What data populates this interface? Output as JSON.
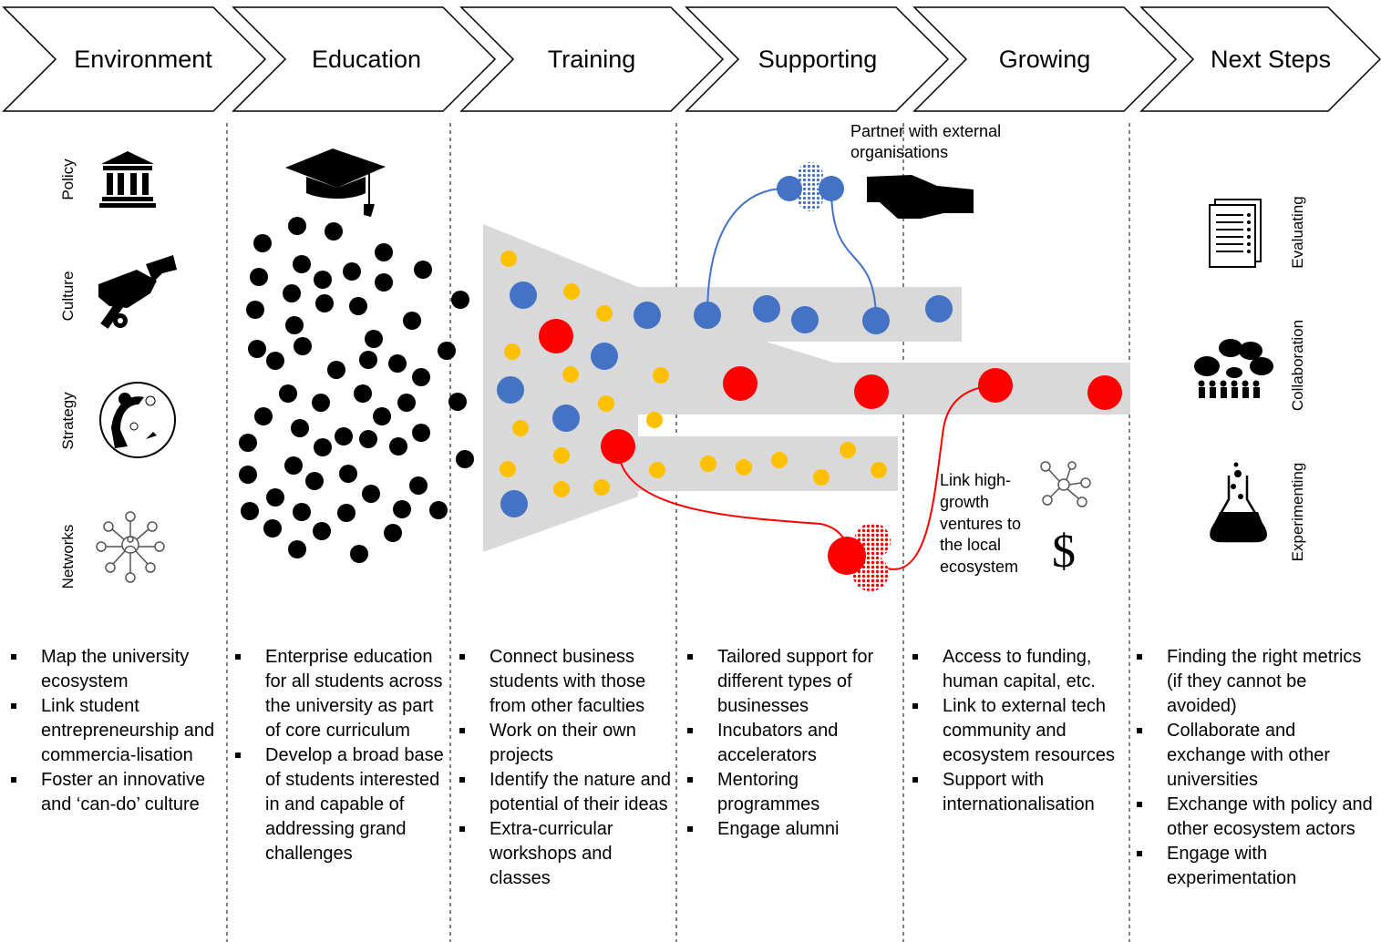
{
  "stages": [
    "Environment",
    "Education",
    "Training",
    "Supporting",
    "Growing",
    "Next Steps"
  ],
  "environment_icons": [
    "Policy",
    "Culture",
    "Strategy",
    "Networks"
  ],
  "next_steps_icons": [
    "Evaluating",
    "Collaboration",
    "Experimenting"
  ],
  "annotations": {
    "partner": [
      "Partner with external",
      "organisations"
    ],
    "link": [
      "Link high-",
      "growth",
      "ventures to",
      "the local",
      "ecosystem"
    ]
  },
  "icon_names": [
    "institution-icon",
    "handshake-wrench-icon",
    "strategy-compass-icon",
    "network-person-icon",
    "graduation-cap-icon",
    "handshake-icon",
    "network-nodes-icon",
    "dollar-icon",
    "checklist-icon",
    "discussion-group-icon",
    "flask-icon"
  ],
  "dot_colors": {
    "student": "#000000",
    "blue": "#4472C4",
    "yellow": "#FFC000",
    "red": "#FF0000",
    "band": "#D9D9D9"
  },
  "columns": [
    [
      "Map the university ecosystem",
      "Link student entrepreneurship and commercia-lisation",
      "Foster an innovative and ‘can-do’ culture"
    ],
    [
      "Enterprise education for all students across the university as part of core curriculum",
      "Develop a broad base of students interested in and capable of addressing grand challenges"
    ],
    [
      "Connect business students with those from other faculties",
      "Work on their own projects",
      "Identify the nature and potential of their ideas",
      "Extra-curricular workshops and classes"
    ],
    [
      "Tailored support for different types of businesses",
      "Incubators and accelerators",
      "Mentoring programmes",
      "Engage alumni"
    ],
    [
      "Access to funding, human capital, etc.",
      "Link to external tech community and ecosystem resources",
      "Support with internationalisation"
    ],
    [
      "Finding the right metrics (if they cannot be avoided)",
      "Collaborate and exchange with other universities",
      "Exchange with policy and other ecosystem actors",
      "Engage with experimentation"
    ]
  ]
}
